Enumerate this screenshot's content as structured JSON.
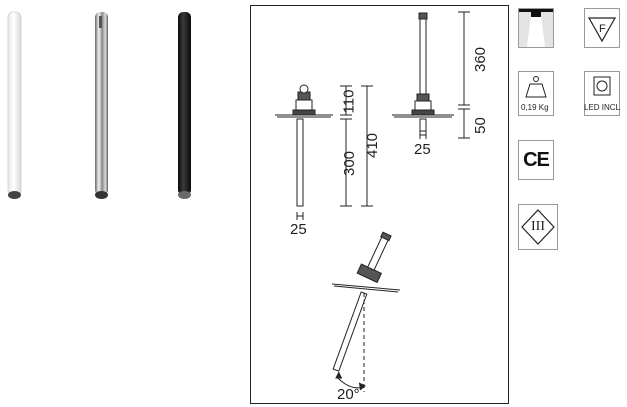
{
  "products": {
    "variants": [
      {
        "finish": "white",
        "color": "#f7f7f7"
      },
      {
        "finish": "chrome",
        "color": "#9c9c9c"
      },
      {
        "finish": "black",
        "color": "#1e1e1e"
      }
    ]
  },
  "drawing": {
    "dims": {
      "top_height": "110",
      "tube_length": "300",
      "total_height": "410",
      "diameter_left": "25",
      "right_total": "360",
      "right_base": "50",
      "diameter_right": "25",
      "tilt_angle": "20°"
    }
  },
  "specs": {
    "weight": "0,19 Kg",
    "led": "LED INCL",
    "ce_mark": "CE",
    "class": "III"
  }
}
